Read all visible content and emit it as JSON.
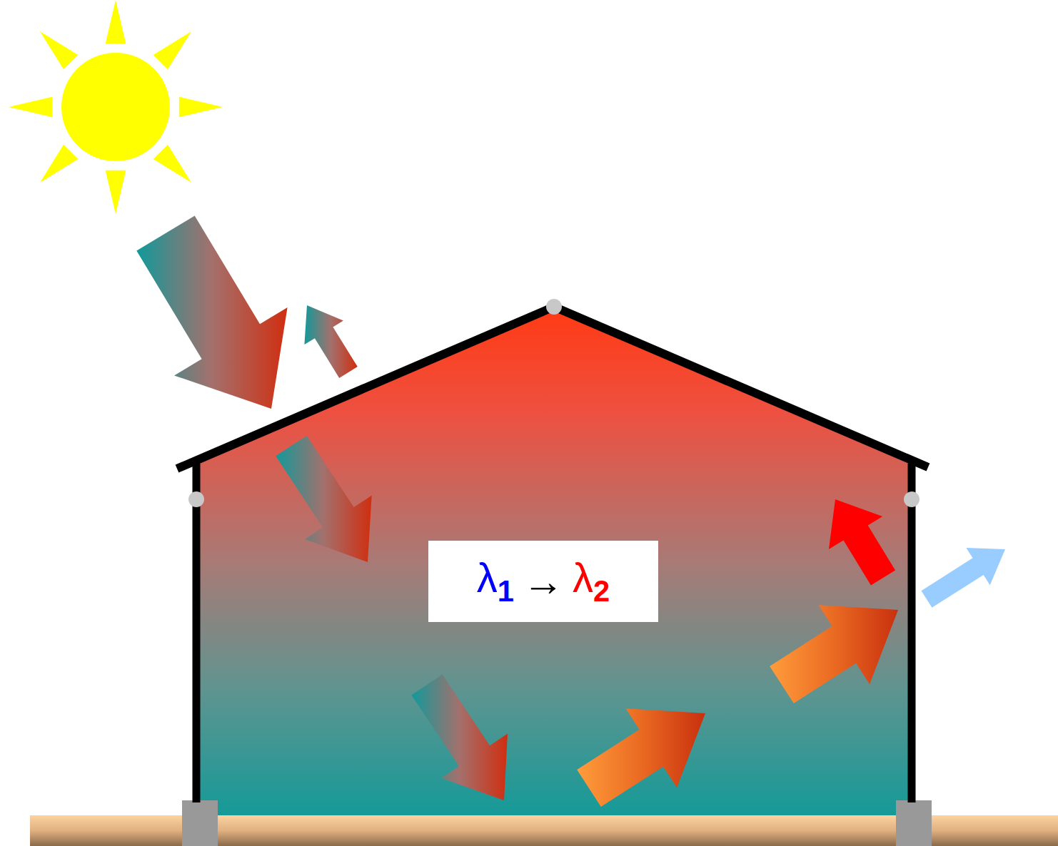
{
  "diagram": {
    "nodes": [
      {
        "text": [
          "λ1",
          "→",
          "λ2"
        ]
      }
    ]
  }
}
